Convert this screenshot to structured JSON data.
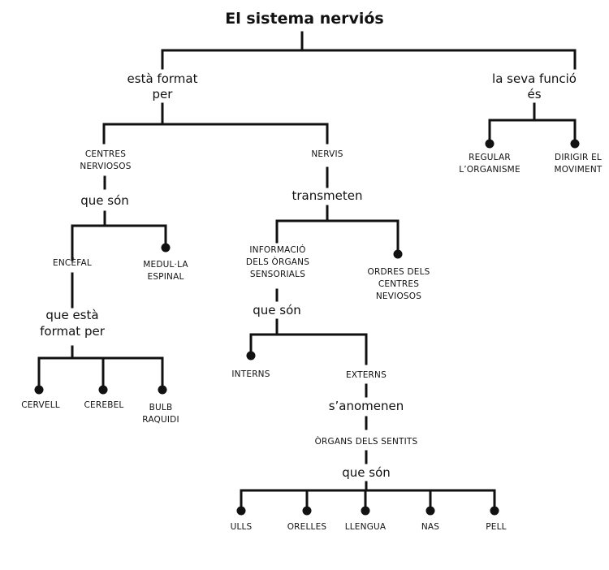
{
  "title": "El sistema nerviós",
  "connectors": {
    "format_per": [
      "està format",
      "per"
    ],
    "funcio": [
      "la seva funció",
      "és"
    ],
    "que_son_centres": [
      "que són"
    ],
    "transmeten": [
      "transmeten"
    ],
    "format_per_encefal": [
      "que està",
      "format per"
    ],
    "que_son_info": [
      "que són"
    ],
    "anomenen": [
      "s’anomenen"
    ],
    "que_son_organs": [
      "que són"
    ]
  },
  "nodes": {
    "centres": [
      "CENTRES",
      "NERVIOSOS"
    ],
    "nervis": [
      "NERVIS"
    ],
    "regular": [
      "REGULAR",
      "L’ORGANISME"
    ],
    "dirigir": [
      "DIRIGIR EL",
      "MOVIMENT"
    ],
    "encefal": [
      "ENCÈFAL"
    ],
    "medulla": [
      "MEDUL·LA",
      "ESPINAL"
    ],
    "informacio": [
      "INFORMACIÓ",
      "DELS ÒRGANS",
      "SENSORIALS"
    ],
    "ordres": [
      "ORDRES DELS",
      "CENTRES",
      "NEVIOSOS"
    ],
    "cervell": [
      "CERVELL"
    ],
    "cerebel": [
      "CEREBEL"
    ],
    "bulb": [
      "BULB",
      "RAQUIDI"
    ],
    "interns": [
      "INTERNS"
    ],
    "externs": [
      "EXTERNS"
    ],
    "organs_sentits": [
      "ÒRGANS DELS SENTITS"
    ],
    "ulls": [
      "ULLS"
    ],
    "orelles": [
      "ORELLES"
    ],
    "llengua": [
      "LLENGUA"
    ],
    "nas": [
      "NAS"
    ],
    "pell": [
      "PELL"
    ]
  }
}
